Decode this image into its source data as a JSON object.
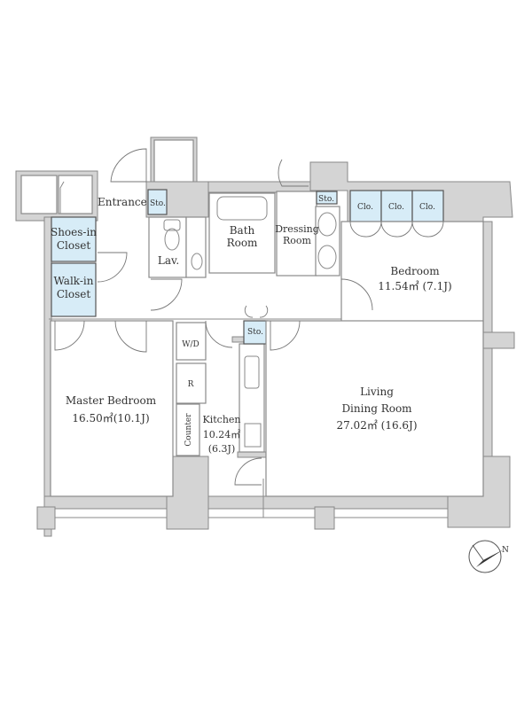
{
  "rooms": {
    "entrance": "Entrance",
    "sto_entrance": "Sto.",
    "shoes_closet_1": "Shoes-in",
    "shoes_closet_2": "Closet",
    "walkin_closet_1": "Walk-in",
    "walkin_closet_2": "Closet",
    "lav": "Lav.",
    "bath_1": "Bath",
    "bath_2": "Room",
    "dressing_1": "Dressing",
    "dressing_2": "Room",
    "sto_dressing": "Sto.",
    "clo_1": "Clo.",
    "clo_2": "Clo.",
    "clo_3": "Clo.",
    "bedroom_name": "Bedroom",
    "bedroom_area": "11.54㎡ (7.1J)",
    "master_name": "Master Bedroom",
    "master_area": "16.50㎡(10.1J)",
    "wd": "W/D",
    "fridge": "R",
    "counter": "Counter",
    "kitchen_name": "Kitchen",
    "kitchen_area": "10.24㎡",
    "kitchen_jo": "(6.3J)",
    "sto_kitchen": "Sto.",
    "living_1": "Living",
    "living_2": "Dining Room",
    "living_area": "27.02㎡ (16.6J)"
  },
  "compass": {
    "label": "N"
  },
  "colors": {
    "wall": "#d4d4d4",
    "storage": "#d7ecf7"
  }
}
